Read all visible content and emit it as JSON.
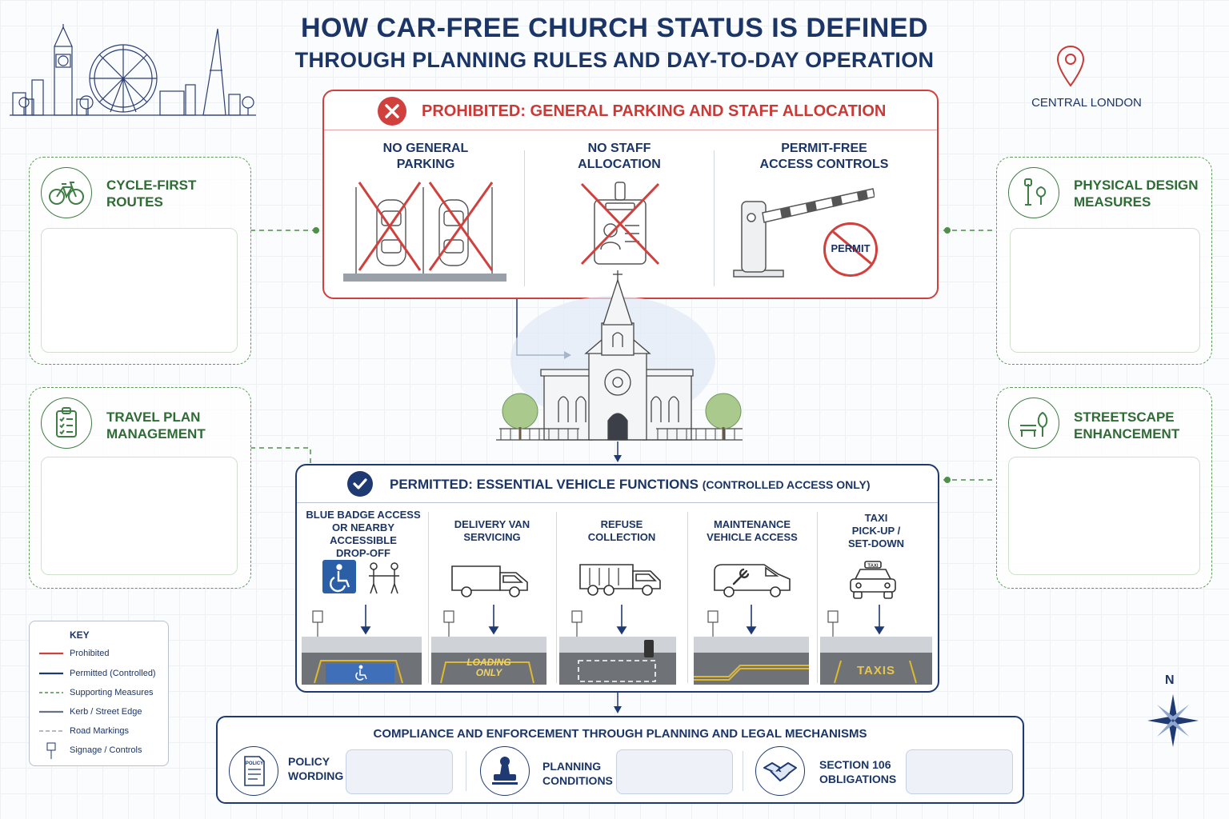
{
  "title": {
    "line1": "HOW CAR-FREE CHURCH STATUS IS DEFINED",
    "line2": "THROUGH PLANNING RULES AND DAY-TO-DAY OPERATION"
  },
  "location": {
    "label": "CENTRAL LONDON",
    "icon": "map-pin-icon"
  },
  "prohibited": {
    "heading": "PROHIBITED: GENERAL PARKING AND STAFF ALLOCATION",
    "items": [
      {
        "line1": "NO GENERAL",
        "line2": "PARKING",
        "icon": "parking-bays-crossed-icon"
      },
      {
        "line1": "NO STAFF",
        "line2": "ALLOCATION",
        "icon": "staff-id-badge-crossed-icon"
      },
      {
        "line1": "PERMIT-FREE",
        "line2": "ACCESS CONTROLS",
        "icon": "barrier-gate-icon",
        "badge": "PERMIT"
      }
    ]
  },
  "supporting": [
    {
      "line1": "CYCLE-FIRST",
      "line2": "ROUTES",
      "icon": "bicycle-icon"
    },
    {
      "line1": "TRAVEL PLAN",
      "line2": "MANAGEMENT",
      "icon": "clipboard-checklist-icon"
    },
    {
      "line1": "PHYSICAL DESIGN",
      "line2": "MEASURES",
      "icon": "street-lamp-tree-icon"
    },
    {
      "line1": "STREETSCAPE",
      "line2": "ENHANCEMENT",
      "icon": "bench-tree-icon"
    }
  ],
  "permitted": {
    "heading": "PERMITTED: ESSENTIAL VEHICLE FUNCTIONS",
    "subheading": "(CONTROLLED ACCESS ONLY)",
    "functions": [
      {
        "lines": [
          "BLUE BADGE ACCESS",
          "OR NEARBY",
          "ACCESSIBLE",
          "DROP-OFF"
        ],
        "icon": "wheelchair-icon",
        "marking": ""
      },
      {
        "lines": [
          "DELIVERY VAN",
          "SERVICING"
        ],
        "icon": "delivery-van-icon",
        "marking": "LOADING ONLY"
      },
      {
        "lines": [
          "REFUSE",
          "COLLECTION"
        ],
        "icon": "refuse-truck-icon",
        "marking": ""
      },
      {
        "lines": [
          "MAINTENANCE",
          "VEHICLE ACCESS"
        ],
        "icon": "maintenance-van-icon",
        "marking": ""
      },
      {
        "lines": [
          "TAXI",
          "PICK-UP /",
          "SET-DOWN"
        ],
        "icon": "taxi-icon",
        "marking": "TAXIS",
        "roof_sign": "TAXI"
      }
    ],
    "loading_line1": "LOADING",
    "loading_line2": "ONLY"
  },
  "key": {
    "title": "KEY",
    "items": [
      {
        "label": "Prohibited",
        "color": "#d0403d"
      },
      {
        "label": "Permitted (Controlled)",
        "color": "#1f3a72"
      },
      {
        "label": "Supporting Measures",
        "color": "#4f8f4a"
      },
      {
        "label": "Kerb / Street Edge",
        "color": "#6b7280"
      },
      {
        "label": "Road Markings",
        "color": "#9ca3af"
      },
      {
        "label": "Signage / Controls",
        "color": "#1b3566"
      }
    ]
  },
  "compliance": {
    "heading": "COMPLIANCE AND ENFORCEMENT THROUGH PLANNING AND LEGAL MECHANISMS",
    "items": [
      {
        "line1": "POLICY",
        "line2": "WORDING",
        "icon": "policy-document-icon",
        "icon_text": "POLICY"
      },
      {
        "line1": "PLANNING",
        "line2": "CONDITIONS",
        "icon": "stamp-icon"
      },
      {
        "line1": "SECTION 106",
        "line2": "OBLIGATIONS",
        "icon": "handshake-icon"
      }
    ]
  },
  "compass": {
    "label": "N",
    "icon": "compass-rose-icon"
  },
  "colors": {
    "prohibited": "#d0403d",
    "permitted": "#1f3a72",
    "supporting": "#4f8f4a",
    "title": "#1b3566"
  }
}
